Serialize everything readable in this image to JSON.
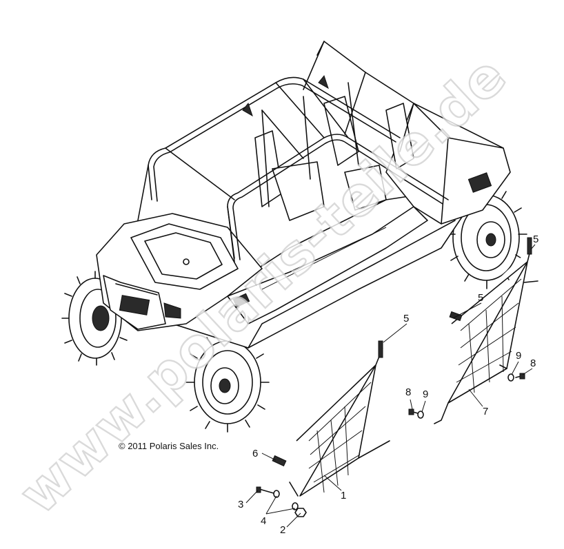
{
  "copyright": "© 2011 Polaris Sales Inc.",
  "watermark": "www.polaris-teile.de",
  "callouts": {
    "c1": "1",
    "c2": "2",
    "c3": "3",
    "c4": "4",
    "c5a": "5",
    "c5b": "5",
    "c5c": "5",
    "c6": "6",
    "c7": "7",
    "c8a": "8",
    "c8b": "8",
    "c9a": "9",
    "c9b": "9"
  },
  "colors": {
    "line": "#111111",
    "watermark_outline": "#d2d2d2",
    "background": "#ffffff"
  }
}
